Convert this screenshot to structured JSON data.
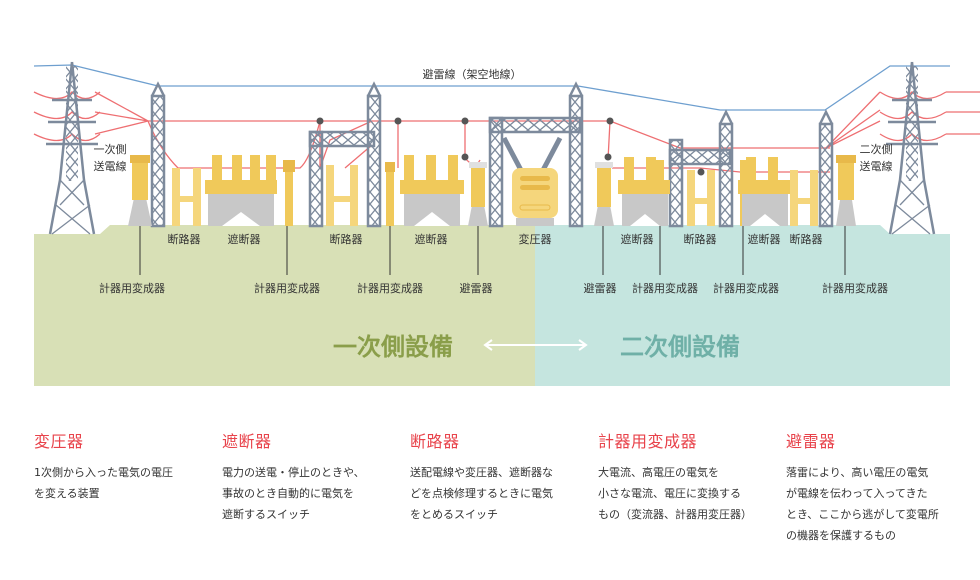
{
  "diagram": {
    "title_ground_wire": "避雷線（架空地線）",
    "primary_line_label": [
      "一次側",
      "送電線"
    ],
    "secondary_line_label": [
      "二次側",
      "送電線"
    ],
    "equipment_labels_upper": [
      "断路器",
      "遮断器",
      "断路器",
      "遮断器",
      "変圧器",
      "遮断器",
      "断路器",
      "遮断器",
      "断路器"
    ],
    "equipment_labels_lower": [
      "計器用変成器",
      "計器用変成器",
      "計器用変成器",
      "避雷器",
      "避雷器",
      "計器用変成器",
      "計器用変成器",
      "計器用変成器"
    ],
    "primary_area_label": "一次側設備",
    "secondary_area_label": "二次側設備",
    "arrow": "double-arrow-icon",
    "colors": {
      "primary_ground": "#d8e0b6",
      "secondary_ground": "#c5e5df",
      "primary_text": "#8a9e4a",
      "secondary_text": "#6fb0a7",
      "tower": "#7d8a9c",
      "power_line": "#ee6f72",
      "ground_wire": "#6e9fcf",
      "equipment_yellow": "#f0c95a",
      "equipment_gray": "#c8c8c8",
      "heading_red": "#e8434b"
    }
  },
  "descriptions": [
    {
      "title": "変圧器",
      "text": "1次側から入った電気の電圧\nを変える装置"
    },
    {
      "title": "遮断器",
      "text": "電力の送電・停止のときや、\n事故のとき自動的に電気を\n遮断するスイッチ"
    },
    {
      "title": "断路器",
      "text": "送配電線や変圧器、遮断器な\nどを点検修理するときに電気\nをとめるスイッチ"
    },
    {
      "title": "計器用変成器",
      "text": "大電流、高電圧の電気を\n小さな電流、電圧に変換する\nもの（変流器、計器用変圧器）"
    },
    {
      "title": "避雷器",
      "text": "落雷により、高い電圧の電気\nが電線を伝わって入ってきた\nとき、ここから逃がして変電所\nの機器を保護するもの"
    }
  ]
}
